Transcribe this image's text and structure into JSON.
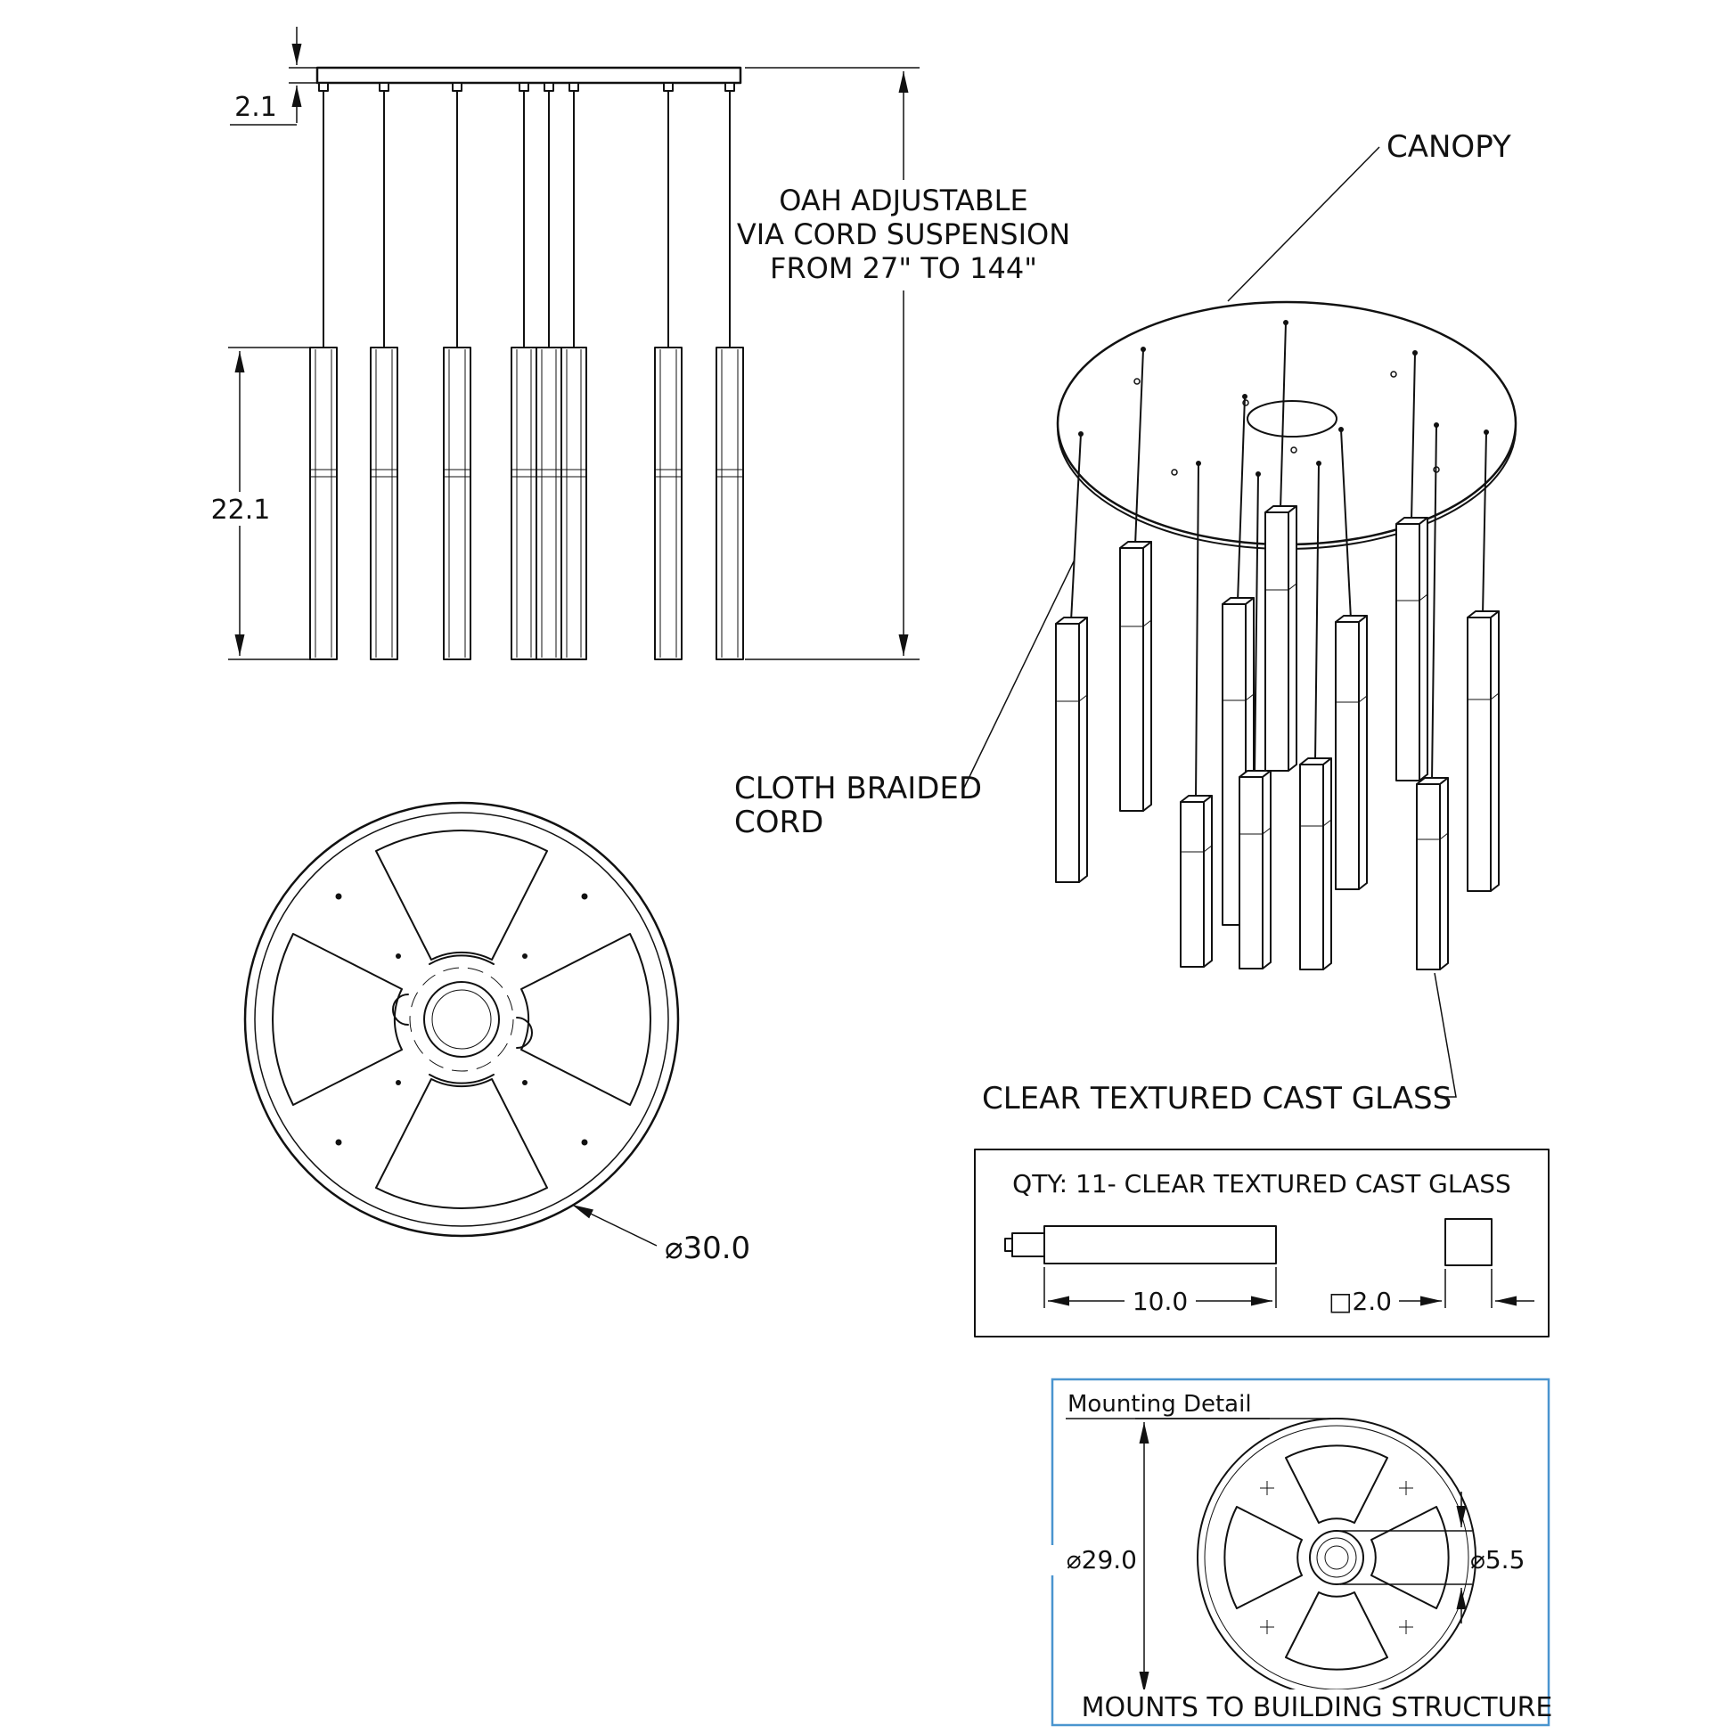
{
  "elevation": {
    "canopy_thickness": "2.1",
    "pendant_length": "22.1",
    "oah_note_line1": "OAH ADJUSTABLE",
    "oah_note_line2": "VIA CORD SUSPENSION",
    "oah_note_line3": "FROM 27\" TO 144\""
  },
  "isometric": {
    "canopy_label": "CANOPY",
    "cord_label_line1": "CLOTH BRAIDED",
    "cord_label_line2": "CORD",
    "glass_label": "CLEAR TEXTURED CAST GLASS"
  },
  "top_view": {
    "diameter_label": "⌀30.0"
  },
  "glass_spec": {
    "title": "QTY: 11-  CLEAR TEXTURED CAST GLASS",
    "length_label": "10.0",
    "width_label": "□2.0"
  },
  "mounting_detail": {
    "title": "Mounting  Detail",
    "canopy_diameter_label": "⌀29.0",
    "hole_diameter_label": "⌀5.5",
    "note": "MOUNTS TO BUILDING STRUCTURE"
  }
}
